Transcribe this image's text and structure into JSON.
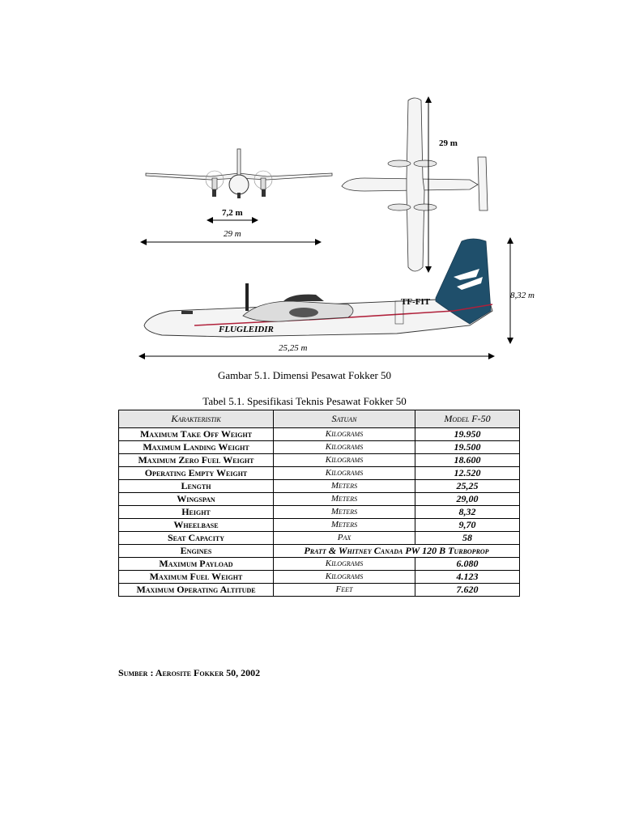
{
  "figure": {
    "label_span_top": "29 m",
    "label_track": "7,2 m",
    "label_span_front": "29 m",
    "label_height": "8,32 m",
    "label_length": "25,25 m",
    "registration": "TF-FIT",
    "livery": "FLUGLEIDIR"
  },
  "figure_caption": "Gambar 5.1. Dimensi Pesawat Fokker 50",
  "table_caption": "Tabel 5.1. Spesifikasi Teknis Pesawat Fokker 50",
  "table": {
    "headers": [
      "Karakteristik",
      "Satuan",
      "Model F-50"
    ],
    "rows": [
      {
        "k": "Maximum Take Off Weight",
        "u": "Kilograms",
        "v": "19.950"
      },
      {
        "k": "Maximum Landing Weight",
        "u": "Kilograms",
        "v": "19.500"
      },
      {
        "k": "Maximum Zero Fuel Weight",
        "u": "Kilograms",
        "v": "18.600"
      },
      {
        "k": "Operating Empty Weight",
        "u": "Kilograms",
        "v": "12.520"
      },
      {
        "k": "Length",
        "u": "Meters",
        "v": "25,25"
      },
      {
        "k": "Wingspan",
        "u": "Meters",
        "v": "29,00"
      },
      {
        "k": "Height",
        "u": "Meters",
        "v": "8,32"
      },
      {
        "k": "Wheelbase",
        "u": "Meters",
        "v": "9,70"
      },
      {
        "k": "Seat Capacity",
        "u": "Pax",
        "v": "58"
      },
      {
        "k": "Engines",
        "span": "Pratt & Whitney Canada PW 120 B Turboprop"
      },
      {
        "k": "Maximum Payload",
        "u": "Kilograms",
        "v": "6.080"
      },
      {
        "k": "Maximum Fuel Weight",
        "u": "Kilograms",
        "v": "4.123"
      },
      {
        "k": "Maximum Operating Altitude",
        "u": "Feet",
        "v": "7.620"
      }
    ]
  },
  "source": "Sumber : Aerosite Fokker 50, 2002",
  "colors": {
    "tail": "#1f4f6b",
    "stripe": "#b0203a",
    "header_bg": "#e6e6e6"
  }
}
